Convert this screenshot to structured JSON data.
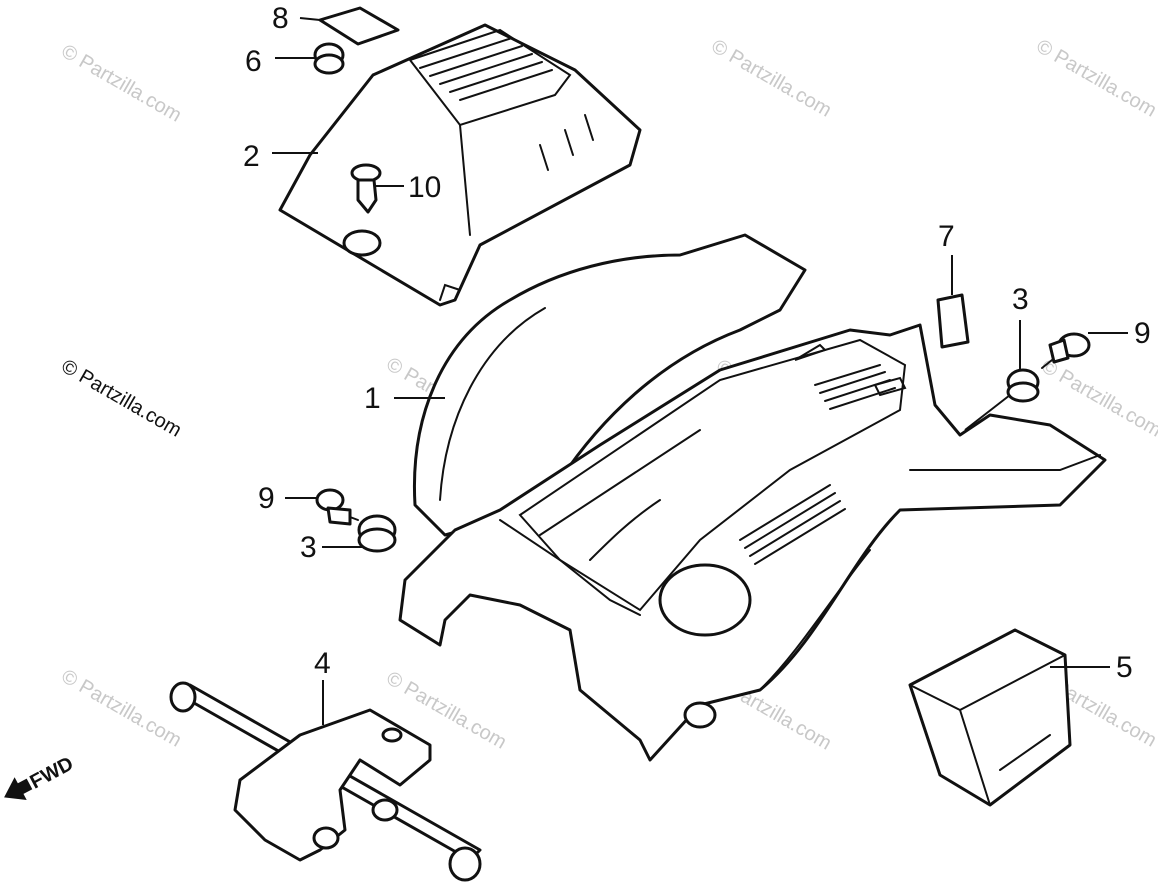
{
  "callouts": [
    {
      "id": "c1",
      "label": "1"
    },
    {
      "id": "c2",
      "label": "2"
    },
    {
      "id": "c3a",
      "label": "3"
    },
    {
      "id": "c3b",
      "label": "3"
    },
    {
      "id": "c4",
      "label": "4"
    },
    {
      "id": "c5",
      "label": "5"
    },
    {
      "id": "c6",
      "label": "6"
    },
    {
      "id": "c7",
      "label": "7"
    },
    {
      "id": "c8",
      "label": "8"
    },
    {
      "id": "c9a",
      "label": "9"
    },
    {
      "id": "c9b",
      "label": "9"
    },
    {
      "id": "c10",
      "label": "10"
    }
  ],
  "watermark": "© Partzilla.com",
  "direction_label": "FWD",
  "colors": {
    "ink": "#111111",
    "watermark": "#c8c8c8",
    "background": "#ffffff"
  }
}
